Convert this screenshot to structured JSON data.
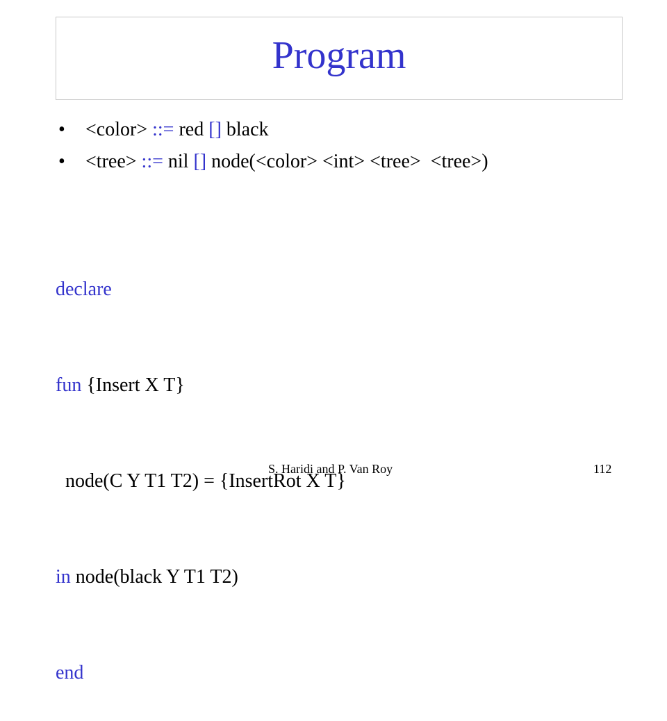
{
  "slide": {
    "title": "Program",
    "colors": {
      "accent": "#3333cc",
      "text": "#000000",
      "title_border": "#c8c8c8"
    }
  },
  "bullets": [
    {
      "bullet_glyph": "•",
      "parts": [
        "<color>",
        "::=",
        "red",
        "[]",
        "black"
      ]
    },
    {
      "bullet_glyph": "•",
      "parts": [
        "<tree>",
        "::=",
        "nil",
        "[]",
        "node(<color> <int> <tree>  <tree>)"
      ]
    }
  ],
  "code": {
    "line1": {
      "keyword": "declare"
    },
    "line2": {
      "keyword": "fun",
      "rest": "{Insert X T}"
    },
    "line3": {
      "text": "node(C Y T1 T2) = {InsertRot X T}"
    },
    "line4": {
      "keyword": "in",
      "rest": "node(black Y T1 T2)"
    },
    "line5": {
      "keyword": "end"
    }
  },
  "footer": {
    "author": "S. Haridi and P. Van Roy",
    "page_number": "112"
  }
}
